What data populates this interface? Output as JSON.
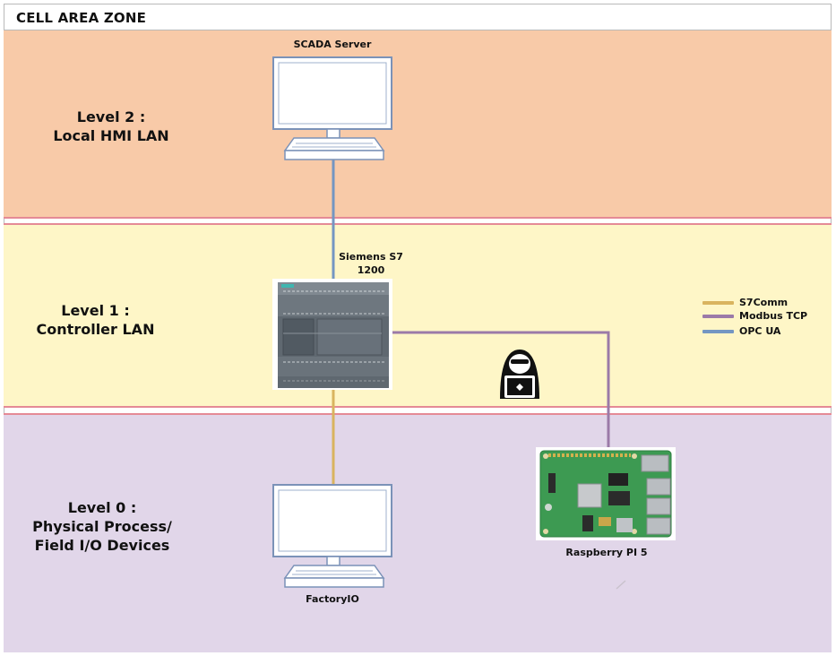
{
  "zone_title": "CELL AREA ZONE",
  "levels": {
    "level2": "Level 2 :\nLocal HMI LAN",
    "level1": "Level 1 :\nController LAN",
    "level0": "Level 0 :\nPhysical Process/\nField I/O Devices"
  },
  "devices": {
    "scada": "SCADA Server",
    "plc": "Siemens S7\n1200",
    "factoryio": "FactoryIO",
    "raspberry": "Raspberry PI 5"
  },
  "legend": [
    {
      "label": "S7Comm",
      "color": "#d9b45f"
    },
    {
      "label": "Modbus TCP",
      "color": "#9b7aa8"
    },
    {
      "label": "OPC UA",
      "color": "#7496c2"
    }
  ],
  "colors": {
    "opcua_link": "#7496c2",
    "s7comm_link": "#d9b45f",
    "modbus_link": "#9b7aa8"
  }
}
